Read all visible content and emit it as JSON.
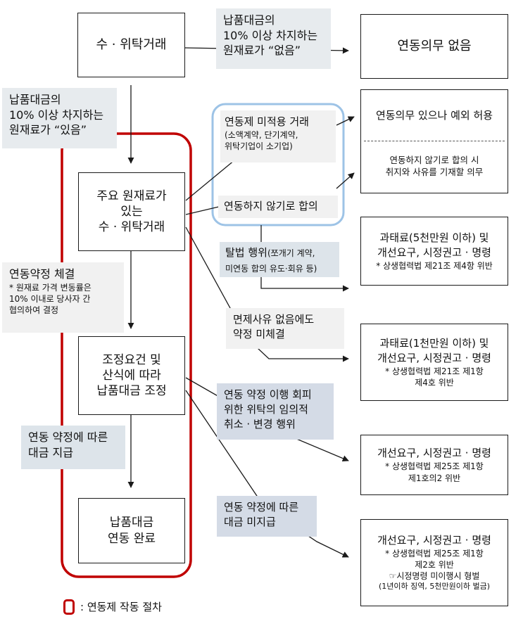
{
  "colors": {
    "procedure_outline": "#c00000",
    "exception_outline": "#9dc3e6",
    "line": "#1a1a1a"
  },
  "boxes": {
    "subcontract": "수 · 위탁거래",
    "major_material": "주요 원재료가\n있는\n수 · 위탁거래",
    "adjust": "조정요건 및\n산식에 따라\n납품대금 조정",
    "complete": "납품대금\n연동 완료",
    "no_obligation": "연동의무 없음",
    "exception_allowed": "연동의무 있으나 예외 허용",
    "exception_note": "연동하지 않기로 합의 시\n취지와 사유를 기재할 의무",
    "fine1_title": "과태료(5천만원 이하) 및\n개선요구, 시정권고 · 명령",
    "fine1_law": "* 상생협력법 제21조 제4항 위반",
    "fine2_title": "과태료(1천만원 이하) 및\n개선요구, 시정권고 · 명령",
    "fine2_law": "* 상생협력법 제21조 제1항\n제4호 위반",
    "rec1_title": "개선요구, 시정권고 · 명령",
    "rec1_law": "* 상생협력법 제25조 제1항\n제1호의2 위반",
    "rec2_title": "개선요구, 시정권고 · 명령",
    "rec2_law": "* 상생협력법 제25조 제1항\n제2호 위반",
    "rec2_penalty": "☞시정명령 미이행시 형벌",
    "rec2_penalty_detail": "(1년이하 징역, 5천만원이하 벌금)"
  },
  "labels": {
    "no_material": "납품대금의\n10% 이상 차지하는\n원재료가 “없음”",
    "has_material": "납품대금의\n10% 이상 차지하는\n원재료가 “있음”",
    "not_applied_title": "연동제 미적용 거래",
    "not_applied_detail": "(소액계약, 단기계약,\n위탁기업이 소기업)",
    "agree_not": "연동하지 않기로 합의",
    "evasion_title": "탈법 행위",
    "evasion_detail": "(쪼개기 계약,\n미연동 합의 유도·회유 등)",
    "no_exemption": "면제사유 없음에도\n약정 미체결",
    "contract_title": "연동약정 체결",
    "contract_detail": "* 원재료 가격 변동률은\n10% 이내로 당사자 간\n협의하여 결정",
    "avoid": "연동 약정 이행 회피\n위한 위탁의 임의적\n취소 · 변경 행위",
    "pay": "연동 약정에 따른\n대금 지급",
    "unpaid": "연동 약정에 따른\n대금 미지급"
  },
  "legend": {
    "text": ": 연동제 작동 절차"
  }
}
